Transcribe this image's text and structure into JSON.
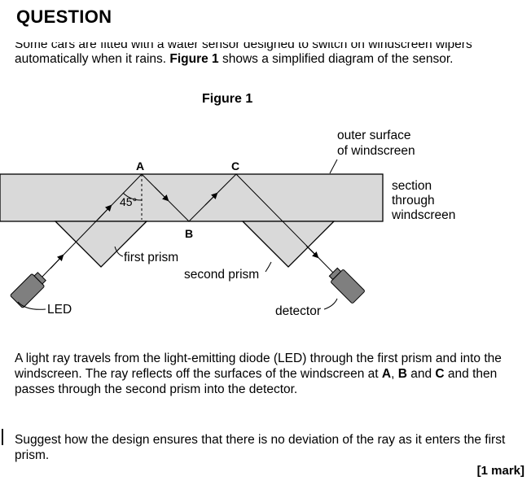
{
  "header": {
    "title": "QUESTION"
  },
  "intro": {
    "line1": "Some cars are fitted with a water sensor designed to switch on windscreen wipers",
    "line2_pre": "automatically when it rains.  ",
    "line2_bold": "Figure 1",
    "line2_post": " shows a simplified diagram of the sensor."
  },
  "figure": {
    "title": "Figure 1",
    "labels": {
      "point_a": "A",
      "point_b": "B",
      "point_c": "C",
      "angle": "45°",
      "outer_surface_1": "outer surface",
      "outer_surface_2": "of windscreen",
      "section_1": "section",
      "section_2": "through",
      "section_3": "windscreen",
      "first_prism": "first prism",
      "second_prism": "second prism",
      "led": "LED",
      "detector": "detector"
    }
  },
  "paragraph": {
    "text_1": "A light ray travels from the light-emitting diode (LED) through the first prism and into the windscreen.  The ray reflects off the surfaces of the windscreen at ",
    "bold_a": "A",
    "text_2": ", ",
    "bold_b": "B",
    "text_3": " and ",
    "bold_c": "C",
    "text_4": " and then passes through the second prism into the detector."
  },
  "question": {
    "text": "Suggest how the design ensures that there is no deviation of the ray as it enters the first prism.",
    "marks": "[1 mark]"
  }
}
